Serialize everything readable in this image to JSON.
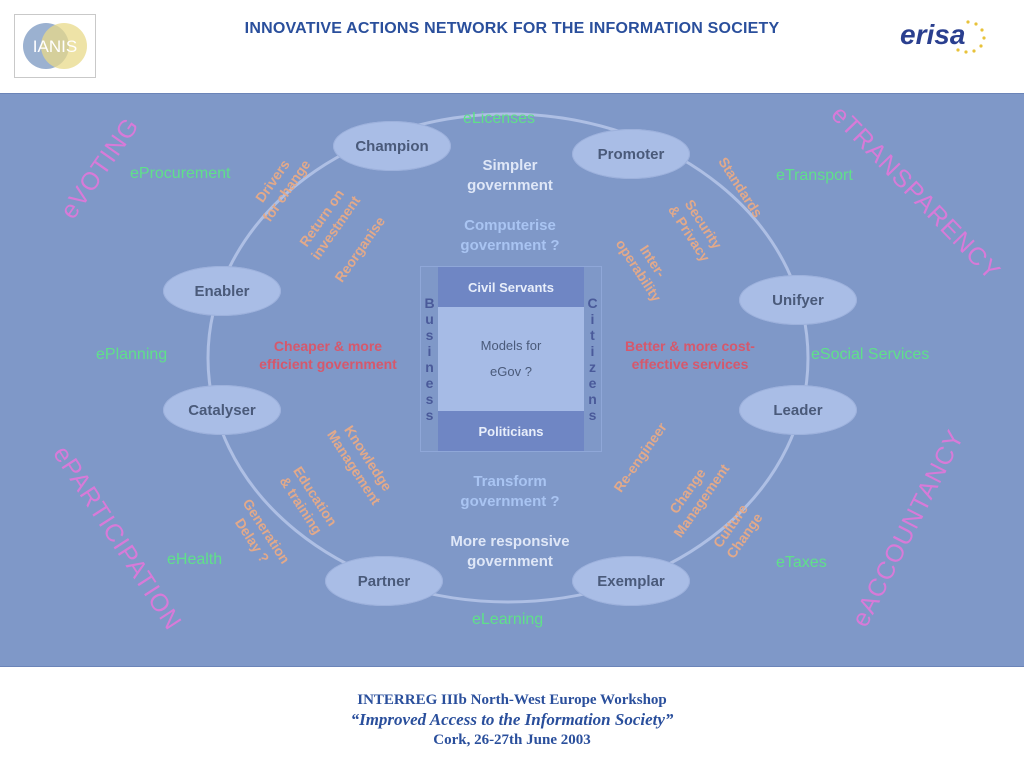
{
  "header": {
    "title": "INNOVATIVE ACTIONS NETWORK FOR THE INFORMATION SOCIETY",
    "ianis_logo_text": "IANIS",
    "erisa_logo_text": "erisa"
  },
  "diagram": {
    "nodes": {
      "champion": "Champion",
      "promoter": "Promoter",
      "enabler": "Enabler",
      "unifyer": "Unifyer",
      "catalyser": "Catalyser",
      "leader": "Leader",
      "partner": "Partner",
      "exemplar": "Exemplar"
    },
    "e_services": {
      "elicenses": "eLicenses",
      "eprocurement": "eProcurement",
      "etransport": "eTransport",
      "eplanning": "ePlanning",
      "esocial": "eSocial Services",
      "ehealth": "eHealth",
      "etaxes": "eTaxes",
      "elearning": "eLearning"
    },
    "corner_themes": {
      "evoting": "eVOTING",
      "etransparency": "eTRANSPARENCY",
      "eparticipation": "ePARTICIPATION",
      "eaccountancy": "eACCOUNTANCY"
    },
    "inner": {
      "simpler_1": "Simpler",
      "simpler_2": "government",
      "computerise_1": "Computerise",
      "computerise_2": "government ?",
      "transform_1": "Transform",
      "transform_2": "government ?",
      "responsive_1": "More responsive",
      "responsive_2": "government",
      "cheaper_1": "Cheaper & more",
      "cheaper_2": "efficient government",
      "better_1": "Better & more cost-",
      "better_2": "effective services"
    },
    "drivers": {
      "drivers_1": "Drivers",
      "drivers_2": "for change",
      "roi_1": "Return on",
      "roi_2": "investment",
      "reorganise": "Reorganise",
      "standards": "Standards",
      "security_1": "Security",
      "security_2": "& Privacy",
      "interop_1": "Inter-",
      "interop_2": "operability",
      "km_1": "Knowledge",
      "km_2": "Management",
      "edu_1": "Education",
      "edu_2": "& training",
      "gen_1": "Generation",
      "gen_2": "Delay ?",
      "reengineer": "Re-engineer",
      "change_1": "Change",
      "change_2": "Management",
      "culture_1": "Culture",
      "culture_2": "Change"
    },
    "models": {
      "civil_servants": "Civil Servants",
      "center_1": "Models for",
      "center_2": "eGov ?",
      "politicians": "Politicians",
      "business_letters": [
        "B",
        "u",
        "s",
        "i",
        "n",
        "e",
        "s",
        "s"
      ],
      "citizens_letters": [
        "C",
        "i",
        "t",
        "i",
        "z",
        "e",
        "n",
        "s"
      ]
    }
  },
  "footer": {
    "line1": "INTERREG IIIb North-West Europe Workshop",
    "line2": "“Improved Access to the Information Society”",
    "line3": "Cork, 26-27th June 2003"
  }
}
